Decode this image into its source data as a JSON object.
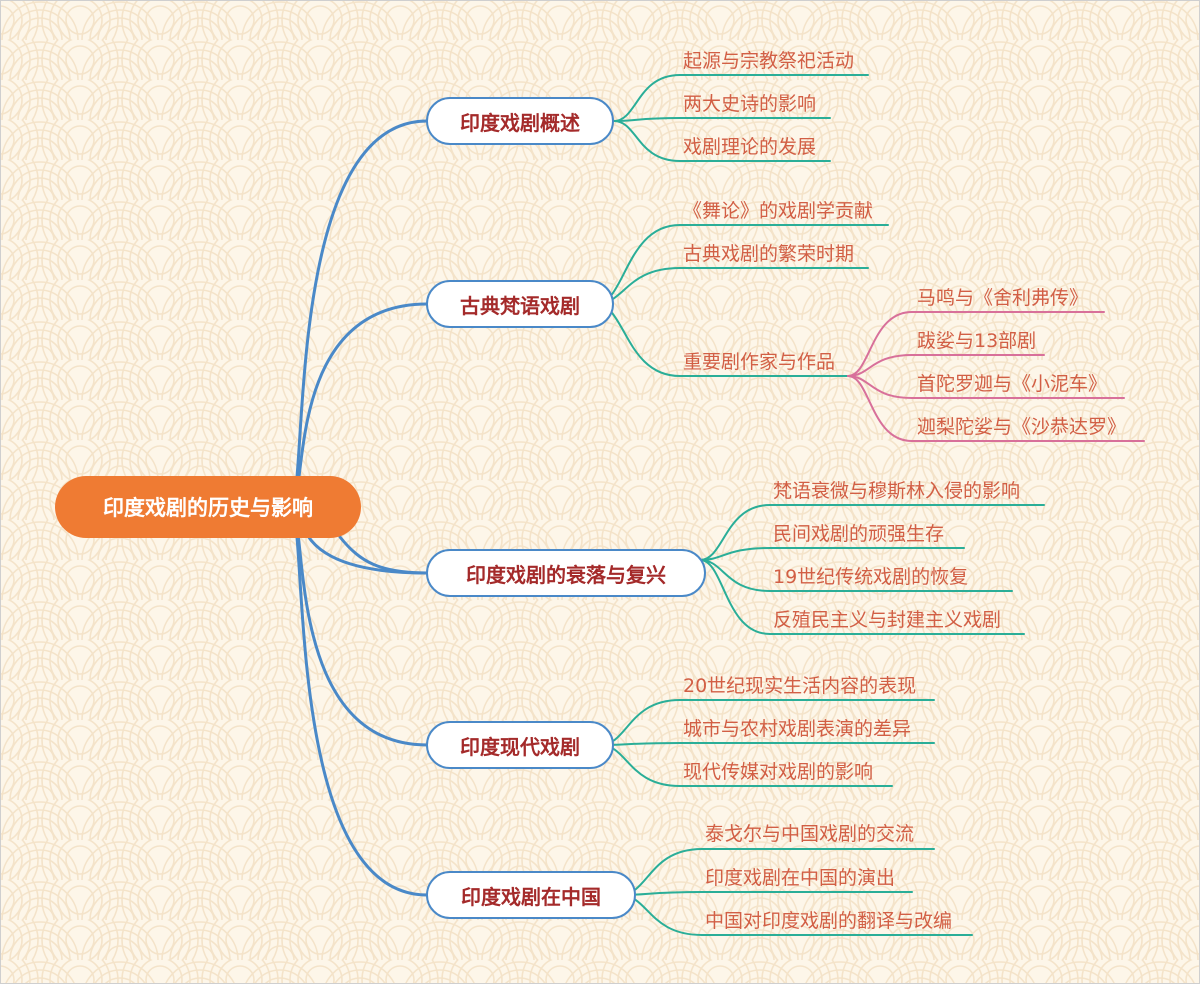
{
  "root": {
    "label": "印度戏剧的历史与影响"
  },
  "branches": [
    {
      "label": "印度戏剧概述",
      "children": [
        {
          "label": "起源与宗教祭祀活动"
        },
        {
          "label": "两大史诗的影响"
        },
        {
          "label": "戏剧理论的发展"
        }
      ]
    },
    {
      "label": "古典梵语戏剧",
      "children": [
        {
          "label": "《舞论》的戏剧学贡献"
        },
        {
          "label": "古典戏剧的繁荣时期"
        },
        {
          "label": "重要剧作家与作品",
          "children": [
            {
              "label": "马鸣与《舍利弗传》"
            },
            {
              "label": "跋娑与13部剧"
            },
            {
              "label": "首陀罗迦与《小泥车》"
            },
            {
              "label": "迦梨陀娑与《沙恭达罗》"
            }
          ]
        }
      ]
    },
    {
      "label": "印度戏剧的衰落与复兴",
      "children": [
        {
          "label": "梵语衰微与穆斯林入侵的影响"
        },
        {
          "label": "民间戏剧的顽强生存"
        },
        {
          "label": "19世纪传统戏剧的恢复"
        },
        {
          "label": "反殖民主义与封建主义戏剧"
        }
      ]
    },
    {
      "label": "印度现代戏剧",
      "children": [
        {
          "label": "20世纪现实生活内容的表现"
        },
        {
          "label": "城市与农村戏剧表演的差异"
        },
        {
          "label": "现代传媒对戏剧的影响"
        }
      ]
    },
    {
      "label": "印度戏剧在中国",
      "children": [
        {
          "label": "泰戈尔与中国戏剧的交流"
        },
        {
          "label": "印度戏剧在中国的演出"
        },
        {
          "label": "中国对印度戏剧的翻译与改编"
        }
      ]
    }
  ],
  "colors": {
    "root_fill": "#ef7b33",
    "branch_border": "#4a89c8",
    "branch_text": "#a42a2a",
    "leaf_text": "#d25f45",
    "teal_line": "#2aae98",
    "pink_line": "#d8709a",
    "background": "#fdf6e9"
  }
}
